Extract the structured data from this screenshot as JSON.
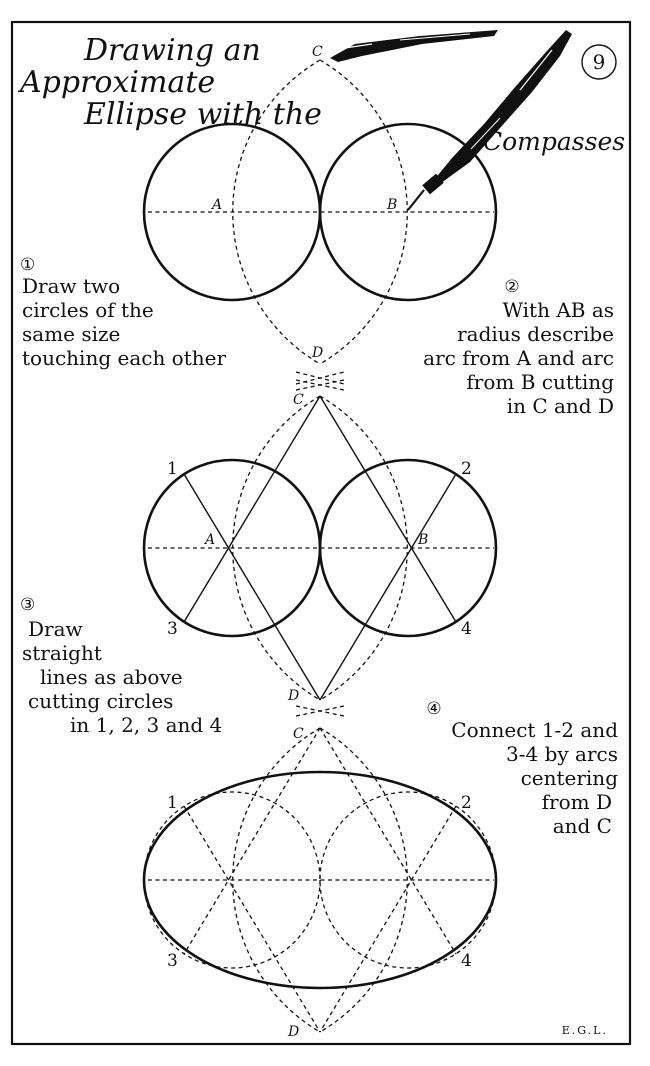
{
  "title": {
    "line1": "Drawing an",
    "line2": "Approximate",
    "line3": "Ellipse with the",
    "line4": "Compasses"
  },
  "plate_number": "9",
  "steps": [
    {
      "number": "①",
      "lines": [
        "Draw two",
        "circles of the",
        "same size",
        "touching each other"
      ]
    },
    {
      "number": "②",
      "lines": [
        "With AB as",
        "radius describe",
        "arc from A and arc",
        "from B cutting",
        "in C and D"
      ]
    },
    {
      "number": "③",
      "lines": [
        "Draw",
        "straight",
        "lines as above",
        "cutting circles",
        "in 1, 2, 3 and 4"
      ]
    },
    {
      "number": "④",
      "lines": [
        "Connect 1-2 and",
        "3-4 by arcs",
        "centering",
        "from D",
        "and C"
      ]
    }
  ],
  "point_labels": {
    "a": "A",
    "b": "B",
    "c": "C",
    "d": "D",
    "p1": "1",
    "p2": "2",
    "p3": "3",
    "p4": "4"
  },
  "signature": "E.G.L."
}
